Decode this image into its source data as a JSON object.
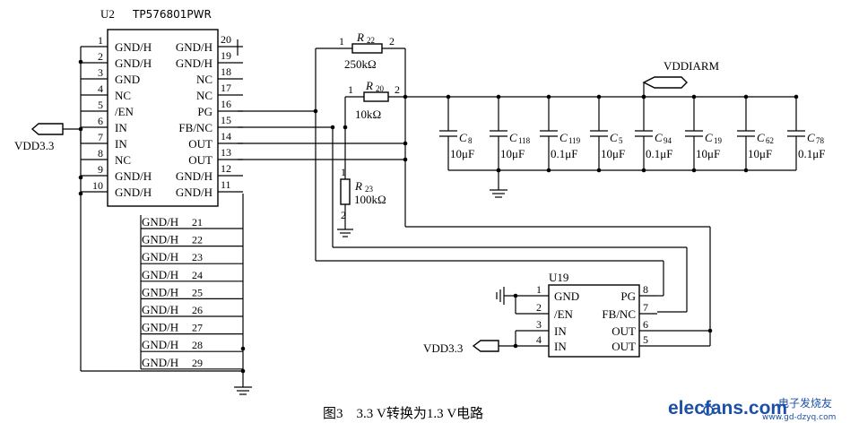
{
  "u2": {
    "ref": "U2",
    "part": "TP576801PWR",
    "left_pins": [
      {
        "num": "1",
        "name": "GND/H"
      },
      {
        "num": "2",
        "name": "GND/H"
      },
      {
        "num": "3",
        "name": "GND"
      },
      {
        "num": "4",
        "name": "NC"
      },
      {
        "num": "5",
        "name": "/EN"
      },
      {
        "num": "6",
        "name": "IN"
      },
      {
        "num": "7",
        "name": "IN"
      },
      {
        "num": "8",
        "name": "NC"
      },
      {
        "num": "9",
        "name": "GND/H"
      },
      {
        "num": "10",
        "name": "GND/H"
      }
    ],
    "right_pins": [
      {
        "num": "20",
        "name": "GND/H"
      },
      {
        "num": "19",
        "name": "GND/H"
      },
      {
        "num": "18",
        "name": "NC"
      },
      {
        "num": "17",
        "name": "NC"
      },
      {
        "num": "16",
        "name": "PG"
      },
      {
        "num": "15",
        "name": "FB/NC"
      },
      {
        "num": "14",
        "name": "OUT"
      },
      {
        "num": "13",
        "name": "OUT"
      },
      {
        "num": "12",
        "name": "GND/H"
      },
      {
        "num": "11",
        "name": "GND/H"
      }
    ],
    "extra_pins": [
      {
        "num": "21",
        "name": "GND/H"
      },
      {
        "num": "22",
        "name": "GND/H"
      },
      {
        "num": "23",
        "name": "GND/H"
      },
      {
        "num": "24",
        "name": "GND/H"
      },
      {
        "num": "25",
        "name": "GND/H"
      },
      {
        "num": "26",
        "name": "GND/H"
      },
      {
        "num": "27",
        "name": "GND/H"
      },
      {
        "num": "28",
        "name": "GND/H"
      },
      {
        "num": "29",
        "name": "GND/H"
      }
    ]
  },
  "u19": {
    "ref": "U19",
    "left_pins": [
      {
        "num": "1",
        "name": "GND"
      },
      {
        "num": "2",
        "name": "/EN"
      },
      {
        "num": "3",
        "name": "IN"
      },
      {
        "num": "4",
        "name": "IN"
      }
    ],
    "right_pins": [
      {
        "num": "8",
        "name": "PG"
      },
      {
        "num": "7",
        "name": "FB/NC"
      },
      {
        "num": "6",
        "name": "OUT"
      },
      {
        "num": "5",
        "name": "OUT"
      }
    ]
  },
  "nets": {
    "vdd_in_1": "VDD3.3",
    "vdd_in_2": "VDD3.3",
    "vdd_out": "VDDIARM"
  },
  "resistors": [
    {
      "ref": "R",
      "sub": "22",
      "value": "250kΩ",
      "pin1": "1",
      "pin2": "2"
    },
    {
      "ref": "R",
      "sub": "20",
      "value": "10kΩ",
      "pin1": "1",
      "pin2": "2"
    },
    {
      "ref": "R",
      "sub": "23",
      "value": "100kΩ",
      "pin1": "1",
      "pin2": "2"
    }
  ],
  "capacitors": [
    {
      "ref": "C",
      "sub": "8",
      "value": "10μF"
    },
    {
      "ref": "C",
      "sub": "118",
      "value": "10μF"
    },
    {
      "ref": "C",
      "sub": "119",
      "value": "0.1μF"
    },
    {
      "ref": "C",
      "sub": "5",
      "value": "10μF"
    },
    {
      "ref": "C",
      "sub": "94",
      "value": "0.1μF"
    },
    {
      "ref": "C",
      "sub": "19",
      "value": "10μF"
    },
    {
      "ref": "C",
      "sub": "62",
      "value": "10μF"
    },
    {
      "ref": "C",
      "sub": "78",
      "value": "0.1μF"
    }
  ],
  "caption": "图3　3.3 V转换为1.3 V电路",
  "watermark": {
    "brand": "elecfans.com",
    "cn": "电子发烧友",
    "url": "www.gd-dzyq.com"
  }
}
